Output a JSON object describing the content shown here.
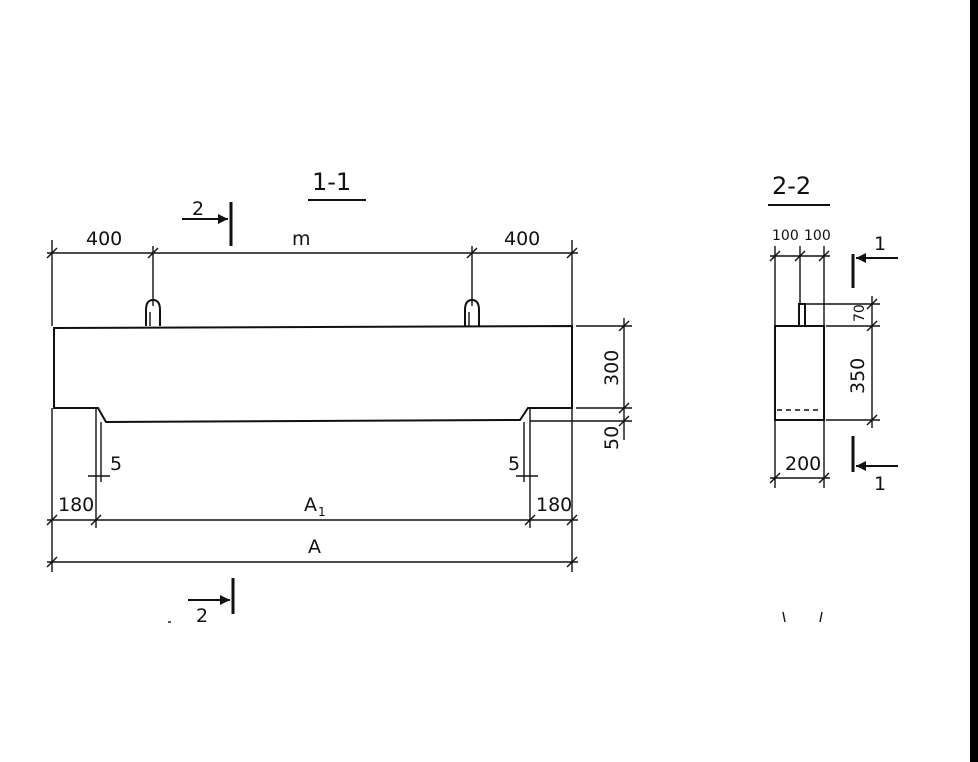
{
  "section_1_1": {
    "title": "1-1",
    "dim_left_top": "400",
    "dim_mid_top": "m",
    "dim_right_top": "400",
    "dim_height": "300",
    "dim_step": "50",
    "dim_left_bottom": "180",
    "dim_right_bottom": "180",
    "dim_a1_main": "A",
    "dim_a1_sub": "1",
    "dim_a": "A",
    "dim_left_gap": "5",
    "dim_right_gap": "5",
    "cut_top": "2",
    "cut_bottom": "2"
  },
  "section_2_2": {
    "title": "2-2",
    "dim_top_left": "100",
    "dim_top_right": "100",
    "dim_upper": "70",
    "dim_height": "350",
    "dim_width": "200",
    "cut_top": "1",
    "cut_bottom": "1"
  },
  "colors": {
    "ink": "#111111",
    "background": "#ffffff",
    "frame": "#000000"
  }
}
